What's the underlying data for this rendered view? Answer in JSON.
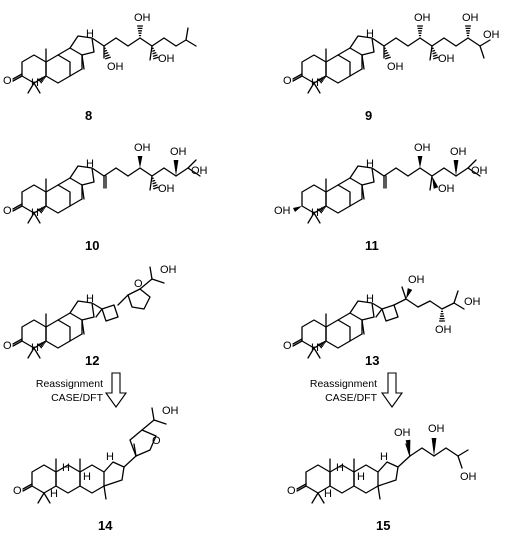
{
  "colors": {
    "ink": "#000000",
    "background": "#ffffff"
  },
  "atom_labels": {
    "oxygen": "O",
    "hydroxyl": "OH",
    "hydrogen": "H"
  },
  "compounds": [
    {
      "number": "8"
    },
    {
      "number": "9"
    },
    {
      "number": "10"
    },
    {
      "number": "11"
    },
    {
      "number": "12"
    },
    {
      "number": "13"
    },
    {
      "number": "14"
    },
    {
      "number": "15"
    }
  ],
  "arrows": [
    {
      "line1": "Reassignment",
      "line2": "CASE/DFT"
    },
    {
      "line1": "Reassignment",
      "line2": "CASE/DFT"
    }
  ]
}
